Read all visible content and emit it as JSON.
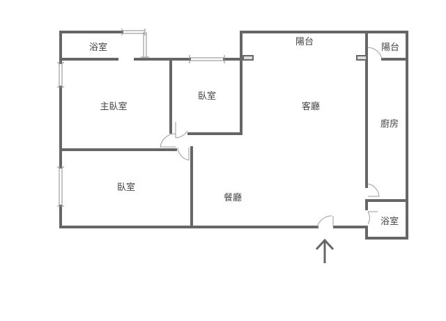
{
  "rooms": {
    "bath_top": "浴室",
    "master_bedroom": "主臥室",
    "bedroom_small": "臥室",
    "bedroom_lower": "臥室",
    "balcony_main": "陽台",
    "balcony_small": "陽台",
    "living_room": "客廳",
    "dining_room": "餐廳",
    "kitchen": "廚房",
    "bath_right": "浴室"
  },
  "colors": {
    "wall": "#666666",
    "text": "#444444"
  },
  "entrance_icon": "arrow-up-icon"
}
